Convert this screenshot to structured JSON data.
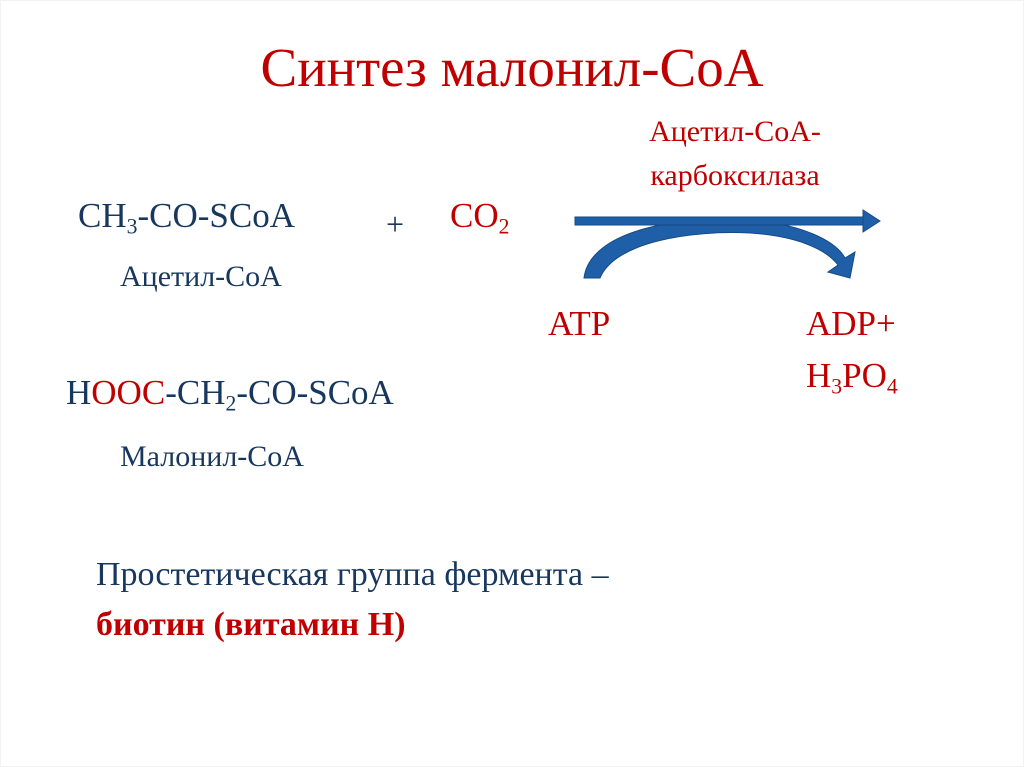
{
  "slide": {
    "title": "Синтез малонил-CoA",
    "reaction": {
      "reactant1": {
        "main": "CH",
        "sub": "3",
        "rest": "-CO-SCoA",
        "name": "Ацетил-CoA"
      },
      "plus": "+",
      "reactant2": {
        "main": "CO",
        "sub": "2"
      },
      "enzyme_line1": "Ацетил-CoA-",
      "enzyme_line2": "карбоксилаза",
      "cofactor_in": "ATP",
      "cofactor_out_line1": "ADP+",
      "cofactor_out_line2": {
        "h": "H",
        "sub1": "3",
        "po": "PO",
        "sub2": "4"
      }
    },
    "product": {
      "h": "H",
      "ooc": "OOC",
      "ch": "-CH",
      "sub": "2",
      "rest": "-CO-SCoA",
      "name": "Малонил-CoA"
    },
    "note": {
      "line1": "Простетическая группа фермента  –",
      "line2": "биотин (витамин H)"
    },
    "colors": {
      "accent_red": "#c00000",
      "text_blue": "#17375e",
      "arrow_blue": "#1f5fa8"
    },
    "icons": {
      "reaction_arrow": "straight-right-arrow",
      "cofactor_arrow": "curved-arrow"
    }
  }
}
